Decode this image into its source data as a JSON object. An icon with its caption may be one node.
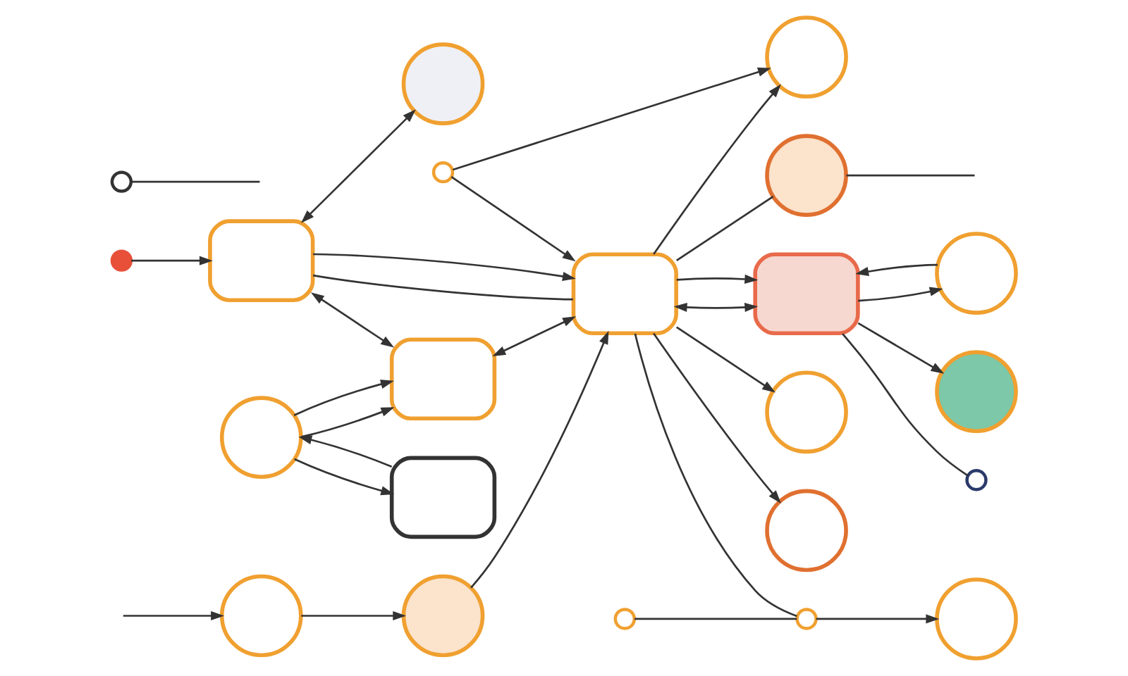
{
  "diagram": {
    "nodes": [
      {
        "text": [],
        "shape": "circle"
      },
      {
        "text": [],
        "shape": "box"
      },
      {
        "text": [],
        "shape": "circle"
      },
      {
        "text": [],
        "shape": "box"
      },
      {
        "text": [],
        "shape": "circle"
      },
      {
        "text": [],
        "shape": "box"
      },
      {
        "text": [],
        "shape": "circle"
      },
      {
        "text": [],
        "shape": "box"
      },
      {
        "text": [],
        "shape": "circle"
      },
      {
        "text": [],
        "shape": "circle"
      },
      {
        "text": [],
        "shape": "circle"
      },
      {
        "text": [],
        "shape": "circle"
      },
      {
        "text": [],
        "shape": "box"
      },
      {
        "text": [],
        "shape": "circle"
      },
      {
        "text": [],
        "shape": "circle"
      },
      {
        "text": [],
        "shape": "circle"
      },
      {
        "text": [],
        "shape": "circle"
      },
      {
        "text": [],
        "shape": "circle"
      },
      {
        "text": [],
        "shape": "circle"
      },
      {
        "text": [],
        "shape": "circle"
      },
      {
        "text": [],
        "shape": "circle"
      },
      {
        "text": [],
        "shape": "circle"
      }
    ],
    "edges": [
      {
        "from": 0,
        "to": 1,
        "arrow": "to"
      },
      {
        "from": 1,
        "to": 2,
        "arrow": "both"
      },
      {
        "from": 1,
        "to": 3,
        "arrow": "both"
      },
      {
        "from": 1,
        "to": 7,
        "arrow": "none"
      },
      {
        "from": 1,
        "to": 7,
        "arrow": "to"
      },
      {
        "from": 4,
        "to": 3,
        "arrow": "to"
      },
      {
        "from": 4,
        "to": 3,
        "arrow": "to"
      },
      {
        "from": 4,
        "to": 5,
        "arrow": "to"
      },
      {
        "from": 5,
        "to": 4,
        "arrow": "to"
      },
      {
        "from": 6,
        "to": null,
        "arrow": "none"
      },
      {
        "from": 3,
        "to": 7,
        "arrow": "both"
      },
      {
        "from": 8,
        "to": 7,
        "arrow": "to"
      },
      {
        "from": 8,
        "to": 9,
        "arrow": "to"
      },
      {
        "from": 7,
        "to": 9,
        "arrow": "to"
      },
      {
        "from": 7,
        "to": 10,
        "arrow": "none"
      },
      {
        "from": 10,
        "to": null,
        "arrow": "none"
      },
      {
        "from": 7,
        "to": 12,
        "arrow": "both"
      },
      {
        "from": 7,
        "to": 12,
        "arrow": "to"
      },
      {
        "from": 12,
        "to": 11,
        "arrow": "to"
      },
      {
        "from": 11,
        "to": 12,
        "arrow": "to"
      },
      {
        "from": 12,
        "to": 13,
        "arrow": "to"
      },
      {
        "from": 12,
        "to": 21,
        "arrow": "none"
      },
      {
        "from": 7,
        "to": 20,
        "arrow": "to"
      },
      {
        "from": 7,
        "to": 18,
        "arrow": "to"
      },
      {
        "from": 14,
        "to": 7,
        "arrow": "to"
      },
      {
        "from": 15,
        "to": 14,
        "arrow": "to"
      },
      {
        "from": null,
        "to": 15,
        "arrow": "to"
      },
      {
        "from": 16,
        "to": 17,
        "arrow": "none"
      },
      {
        "from": 7,
        "to": 17,
        "arrow": "none"
      },
      {
        "from": 17,
        "to": 19,
        "arrow": "to"
      }
    ]
  }
}
